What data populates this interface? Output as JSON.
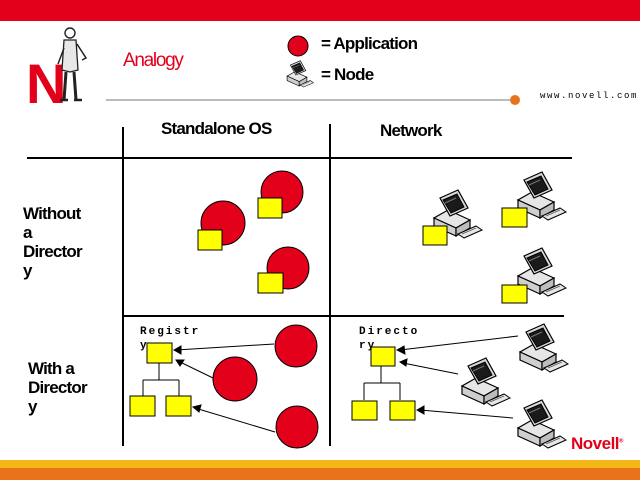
{
  "slide": {
    "title": "Analogy",
    "legend": {
      "application": "= Application",
      "node": "= Node",
      "application_color": "#e2001a",
      "box_color": "#ffff00"
    },
    "url": "www.novell.com",
    "columns": [
      "Standalone OS",
      "Network"
    ],
    "rows": [
      {
        "label_lines": [
          "Without",
          "a",
          "Director",
          "y"
        ]
      },
      {
        "label_lines": [
          "With a",
          "Director",
          "y"
        ]
      }
    ],
    "registry_lines": [
      "Registr",
      "y"
    ],
    "directory_lines": [
      "Directo",
      "ry"
    ],
    "brand": "Novell",
    "brand_mark": "®",
    "logo_letter": "N",
    "colors": {
      "accent_red": "#e2001a",
      "bar_yellow": "#f3b818",
      "bar_orange": "#e8731b"
    }
  }
}
